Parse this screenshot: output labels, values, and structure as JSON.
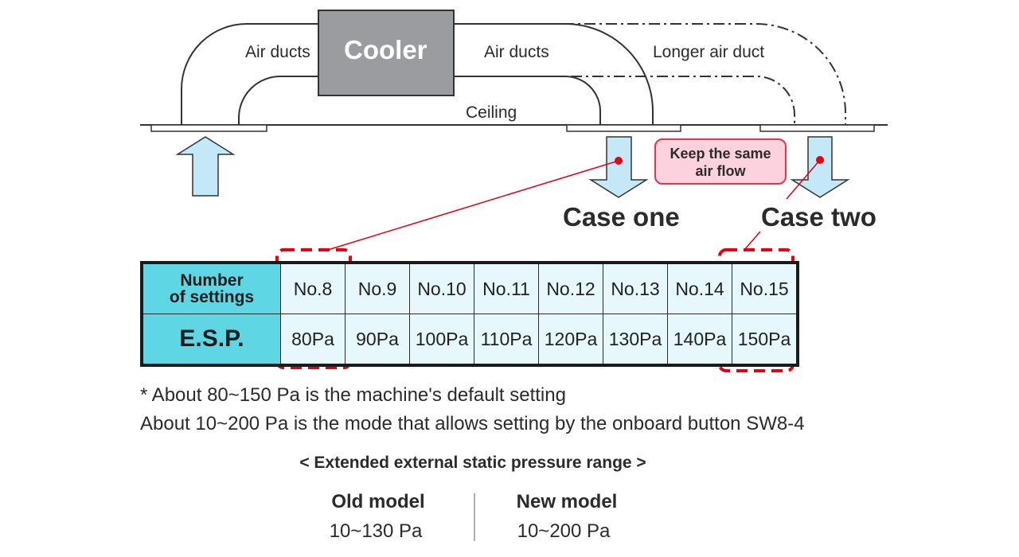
{
  "diagram": {
    "cooler_label": "Cooler",
    "air_ducts_left": "Air ducts",
    "air_ducts_right": "Air ducts",
    "longer_duct": "Longer air duct",
    "ceiling": "Ceiling",
    "callout": [
      "Keep the same",
      "air flow"
    ],
    "case_one": "Case one",
    "case_two": "Case two",
    "colors": {
      "cooler": "#9a9ca0",
      "arrow": "#c5e8f9",
      "highlight": "#e60012",
      "header": "#5ed6e4",
      "cell": "#e6f8fb"
    }
  },
  "table": {
    "row1_header": [
      "Number",
      "of settings"
    ],
    "row2_header": "E.S.P.",
    "settings": [
      "No.8",
      "No.9",
      "No.10",
      "No.11",
      "No.12",
      "No.13",
      "No.14",
      "No.15"
    ],
    "pressures": [
      "80Pa",
      "90Pa",
      "100Pa",
      "110Pa",
      "120Pa",
      "130Pa",
      "140Pa",
      "150Pa"
    ],
    "highlighted": [
      "No.8",
      "No.15"
    ]
  },
  "notes": {
    "line1": "* About 80~150 Pa is the machine's default setting",
    "line2": "About 10~200 Pa is the mode that allows setting by the onboard button SW8-4"
  },
  "range": {
    "title": "<  Extended external static pressure range  >",
    "old_label": "Old model",
    "old_value": "10~130 Pa",
    "new_label": "New model",
    "new_value": "10~200 Pa"
  }
}
